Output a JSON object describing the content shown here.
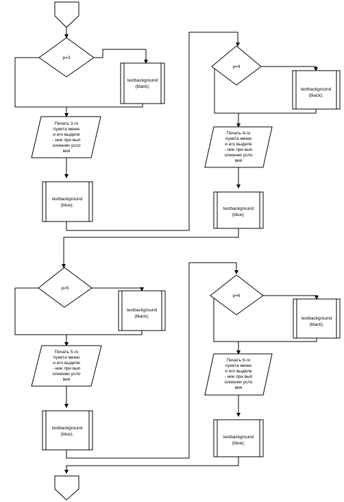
{
  "diagram": {
    "blocks": [
      {
        "decision": "p=3",
        "process_top": [
          "textbackground",
          "(black);"
        ],
        "output": [
          "Печать 3-го",
          "пункта меню",
          "и его выделе",
          "- ние при вып",
          "олнении усло",
          "вия"
        ],
        "process_bottom": [
          "textbackground",
          "(blue);"
        ]
      },
      {
        "decision": "p=4",
        "process_top": [
          "textbackground",
          "(black);"
        ],
        "output": [
          "Печать 4-го",
          "пункта меню",
          "и его выделе",
          "- ние при вып",
          "олнении усло",
          "вия"
        ],
        "process_bottom": [
          "textbackground",
          "(blue);"
        ]
      },
      {
        "decision": "p=5",
        "process_top": [
          "textbackground",
          "(black);"
        ],
        "output": [
          "Печать 5-го",
          "пункта меню",
          "и его выделе",
          "- ние при вып",
          "олнении усло",
          "вия"
        ],
        "process_bottom": [
          "textbackground",
          "(blue);"
        ]
      },
      {
        "decision": "p=6",
        "process_top": [
          "textbackground",
          "(black);"
        ],
        "output": [
          "Печать 6-го",
          "пункта меню",
          "и его выделе",
          "- ние при вып",
          "олнении усло",
          "вия"
        ],
        "process_bottom": [
          "textbackground",
          "(blue);"
        ]
      }
    ]
  }
}
